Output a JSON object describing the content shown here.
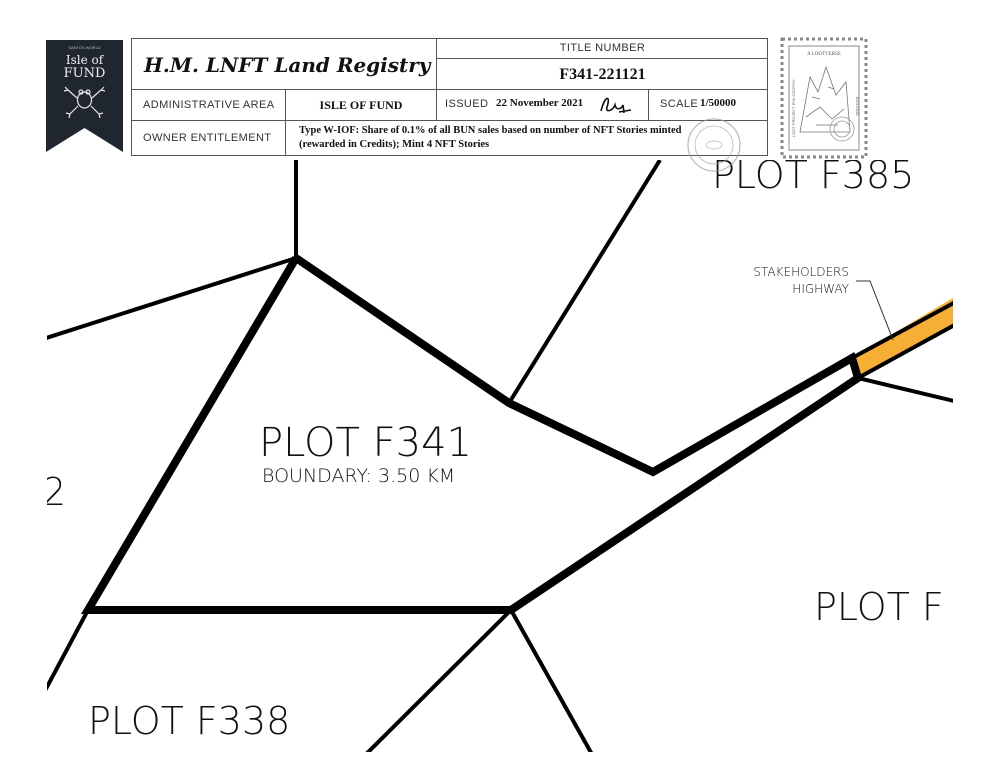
{
  "map": {
    "plots": {
      "main": "PLOT F341",
      "top_right": "PLOT F385",
      "right": "PLOT F",
      "bottom_left": "PLOT F338",
      "left_edge": "2"
    },
    "boundary_text": "BOUNDARY: 3.50 KM",
    "highway_label_line1": "STAKEHOLDERS",
    "highway_label_line2": "HIGHWAY",
    "highway_color": "#F7AE34"
  },
  "banner": {
    "top_small": "SANTOS WORLD",
    "line1": "Isle of",
    "line2": "FUND",
    "color": "#1f2630"
  },
  "registry": {
    "title": "H.M. LNFT Land Registry",
    "title_number_label": "TITLE NUMBER",
    "title_number": "F341-221121",
    "admin_area_label": "ADMINISTRATIVE AREA",
    "admin_area": "ISLE OF FUND",
    "issued_label": "ISSUED",
    "issued": "22 November 2021",
    "scale_label": "SCALE",
    "scale": "1/50000",
    "owner_label": "OWNER ENTITLEMENT",
    "owner_line1": "Type W-IOF: Share of 0.1% of all BUN sales based on number of NFT Stories minted",
    "owner_line2": "(rewarded in Credits); Mint 4 NFT Stories"
  },
  "stamp": {
    "top_text": "A LOOTVERSE",
    "side_left": "LOOT PROJECT PHILOSOPHY",
    "side_right": "BUILDING"
  }
}
